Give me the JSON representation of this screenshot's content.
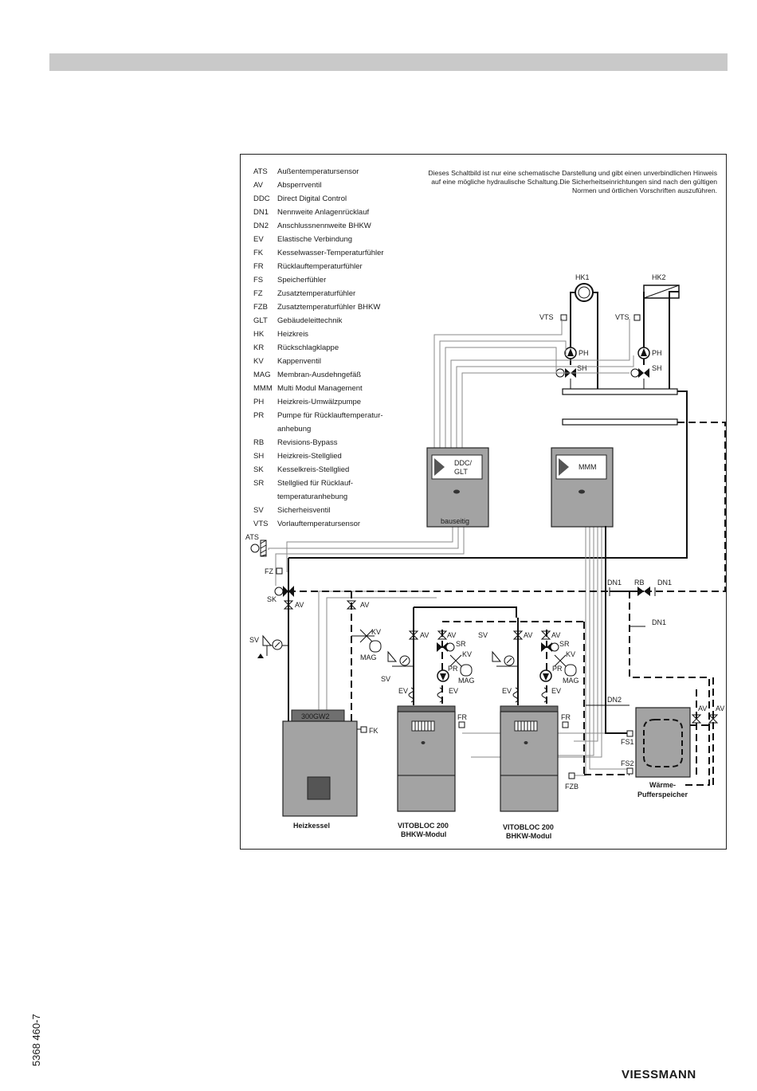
{
  "legend": [
    {
      "abbr": "ATS",
      "def": "Außentemperatursensor"
    },
    {
      "abbr": "AV",
      "def": "Absperrventil"
    },
    {
      "abbr": "DDC",
      "def": "Direct Digital Control"
    },
    {
      "abbr": "DN1",
      "def": "Nennweite Anlagenrücklauf"
    },
    {
      "abbr": "DN2",
      "def": "Anschlussnennweite BHKW"
    },
    {
      "abbr": "EV",
      "def": "Elastische Verbindung"
    },
    {
      "abbr": "FK",
      "def": "Kesselwasser-Temperaturfühler"
    },
    {
      "abbr": "FR",
      "def": "Rücklauftemperaturfühler"
    },
    {
      "abbr": "FS",
      "def": "Speicherfühler"
    },
    {
      "abbr": "FZ",
      "def": "Zusatztemperaturfühler"
    },
    {
      "abbr": "FZB",
      "def": "Zusatztemperaturfühler BHKW"
    },
    {
      "abbr": "GLT",
      "def": "Gebäudeleittechnik"
    },
    {
      "abbr": "HK",
      "def": "Heizkreis"
    },
    {
      "abbr": "KR",
      "def": "Rückschlagklappe"
    },
    {
      "abbr": "KV",
      "def": "Kappenventil"
    },
    {
      "abbr": "MAG",
      "def": "Membran-Ausdehngefäß"
    },
    {
      "abbr": "MMM",
      "def": "Multi Modul Management"
    },
    {
      "abbr": "PH",
      "def": "Heizkreis-Umwälzpumpe"
    },
    {
      "abbr": "PR",
      "def": "Pumpe für Rücklauftemperatur-"
    },
    {
      "abbr": "",
      "def": "anhebung"
    },
    {
      "abbr": "RB",
      "def": "Revisions-Bypass"
    },
    {
      "abbr": "SH",
      "def": "Heizkreis-Stellglied"
    },
    {
      "abbr": "SK",
      "def": "Kesselkreis-Stellglied"
    },
    {
      "abbr": "SR",
      "def": "Stellglied für Rücklauf-"
    },
    {
      "abbr": "",
      "def": "temperaturanhebung"
    },
    {
      "abbr": "SV",
      "def": "Sicherheisventil"
    },
    {
      "abbr": "VTS",
      "def": "Vorlauftemperatursensor"
    }
  ],
  "notice": {
    "line1": "Dieses Schaltbild ist nur eine schematische Darstellung und gibt einen unverbindlichen Hinweis",
    "line2": "auf eine mögliche hydraulische Schaltung.Die Sicherheitseinrichtungen sind nach den gültigen",
    "line3": "Normen und örtlichen Vorschriften auszuführen."
  },
  "labels": {
    "hk1": "HK1",
    "hk2": "HK2",
    "vts": "VTS",
    "ph": "PH",
    "sh": "SH",
    "ddc_line1": "DDC/",
    "ddc_line2": "GLT",
    "bauseitig": "bauseitig",
    "mmm": "MMM",
    "ats": "ATS",
    "fz": "FZ",
    "sk": "SK",
    "av": "AV",
    "sv": "SV",
    "kv": "KV",
    "mag": "MAG",
    "sr": "SR",
    "pr": "PR",
    "ev": "EV",
    "fr": "FR",
    "fk": "FK",
    "fzb": "FZB",
    "dn1": "DN1",
    "dn2": "DN2",
    "rb": "RB",
    "fs1": "FS1",
    "fs2": "FS2",
    "boiler_model": "300GW2",
    "boiler_name": "Heizkessel",
    "chp_name_1": "VITOBLOC 200",
    "chp_name_2": "BHKW-Modul",
    "storage_1": "Wärme-",
    "storage_2": "Pufferspeicher"
  },
  "doc_number": "5368 460-7",
  "brand": "VIESSMANN"
}
